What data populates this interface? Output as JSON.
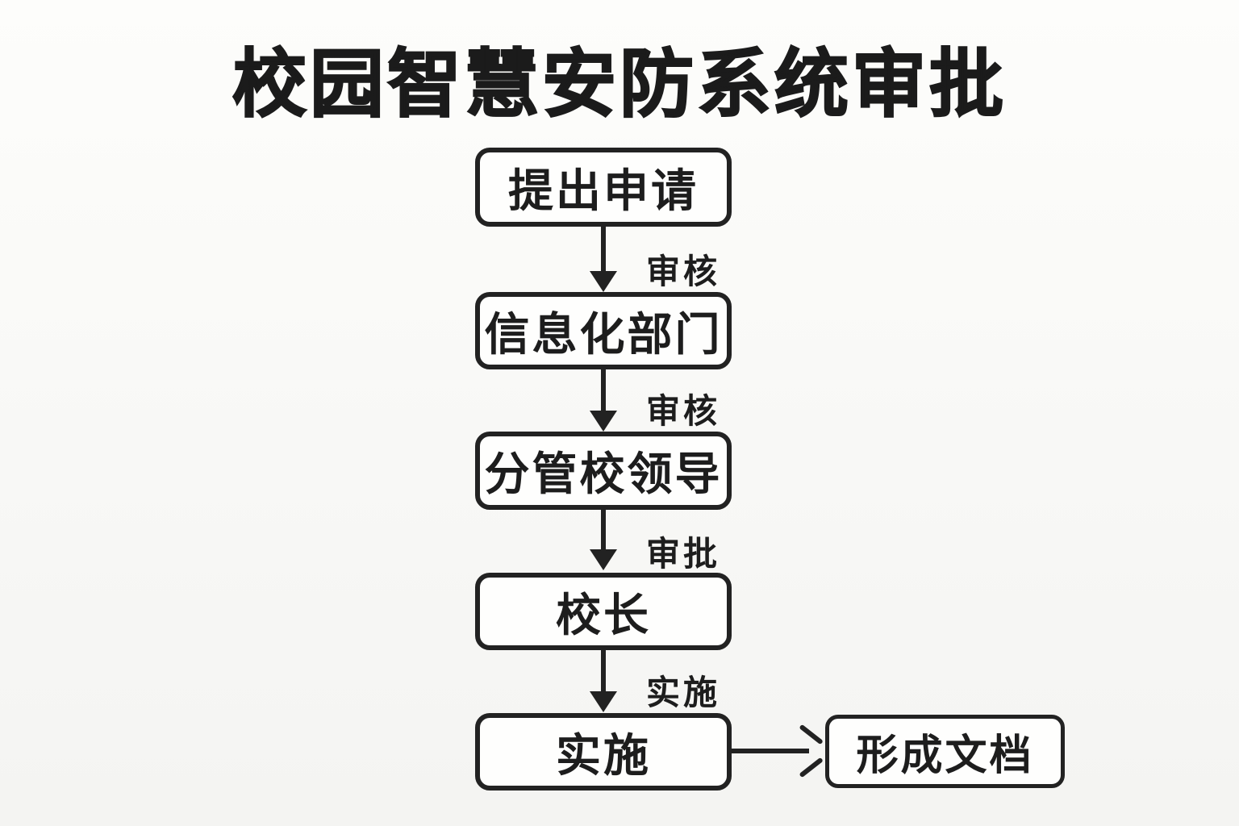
{
  "title": "校园智慧安防系统审批",
  "flow": {
    "nodes": [
      {
        "id": "apply",
        "label": "提出申请"
      },
      {
        "id": "it-department",
        "label": "信息化部门"
      },
      {
        "id": "vice-leader",
        "label": "分管校领导"
      },
      {
        "id": "principal",
        "label": "校长"
      },
      {
        "id": "implement",
        "label": "实施"
      },
      {
        "id": "document",
        "label": "形成文档"
      }
    ],
    "edges": [
      {
        "from": "提出申请",
        "to": "信息化部门",
        "label": "审核",
        "direction": "down"
      },
      {
        "from": "信息化部门",
        "to": "分管校领导",
        "label": "审核",
        "direction": "down"
      },
      {
        "from": "分管校领导",
        "to": "校长",
        "label": "审批",
        "direction": "down"
      },
      {
        "from": "校长",
        "to": "实施",
        "label": "实施",
        "direction": "down"
      },
      {
        "from": "实施",
        "to": "形成文档",
        "label": "",
        "direction": "right"
      }
    ]
  },
  "colors": {
    "background": "#f8f8f6",
    "node_background": "#fefefd",
    "line": "#222222",
    "text": "#1d1d1d"
  }
}
